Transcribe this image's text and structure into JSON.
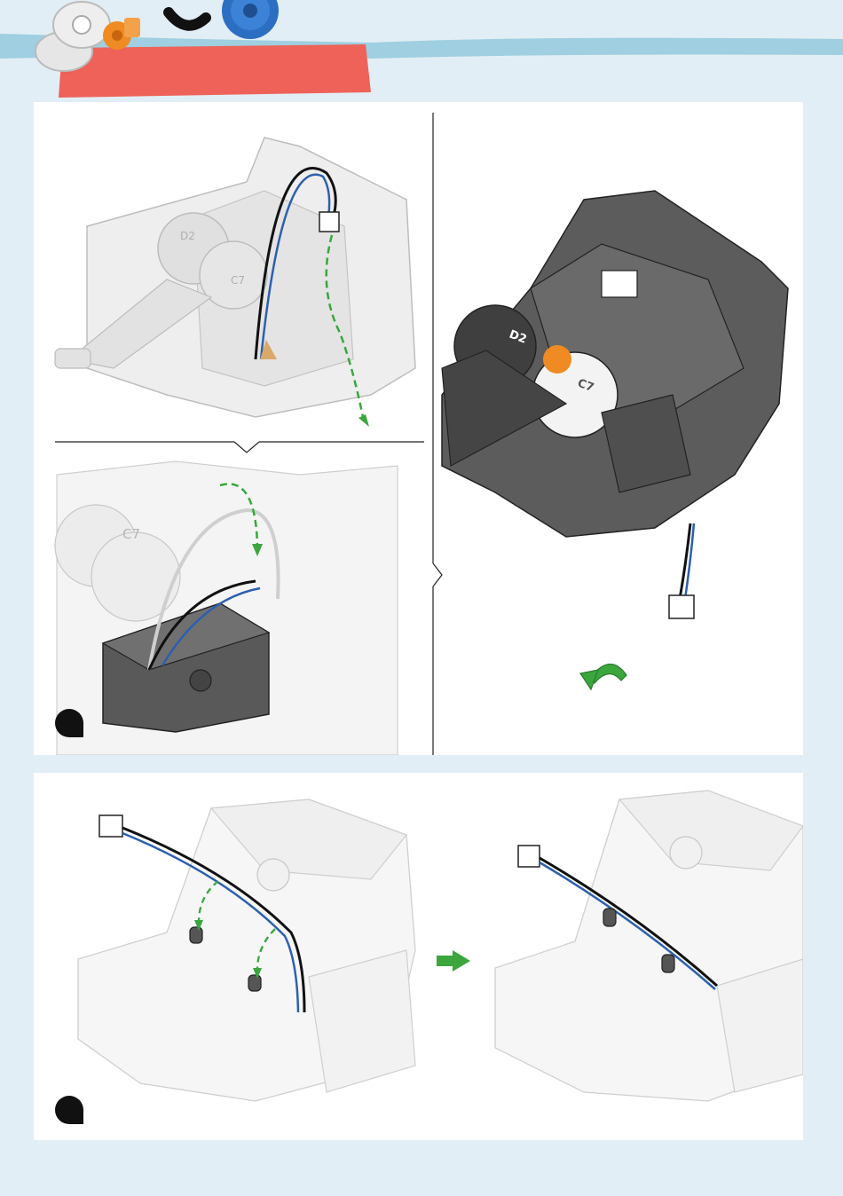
{
  "colors": {
    "page_bg": "#e2eef5",
    "header_band": "#9fcfe0",
    "tape": "#ee6259",
    "panel_bg": "#ffffff",
    "part_dark": "#5c5c5c",
    "part_ghost": "#d6d6d6",
    "arrow_green": "#3aa63c",
    "gear_orange": "#f08a22",
    "gear_blue": "#2c6fc2",
    "wire_blue": "#2d5fb0"
  },
  "icons": [
    "gear-icon",
    "wheel-icon",
    "curve-part-icon",
    "flip-arrow-icon",
    "next-arrow-icon"
  ],
  "labels": {
    "gear_d2": "D2",
    "gear_c7": "C7",
    "gear_c7_ghost": "C7",
    "gear_d2_ghost": "D2"
  }
}
